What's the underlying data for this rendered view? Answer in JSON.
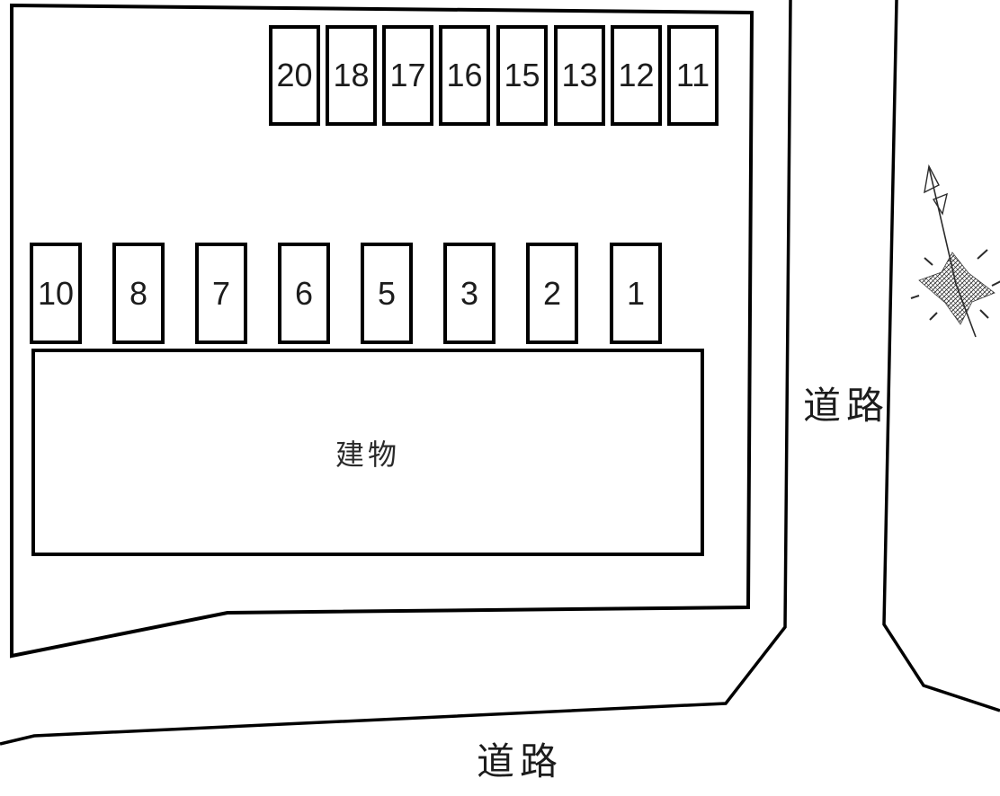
{
  "site": {
    "building_label": "建物",
    "roads": {
      "right_label": "道路",
      "bottom_label": "道路"
    },
    "parking_rows": {
      "top": [
        "20",
        "18",
        "17",
        "16",
        "15",
        "13",
        "12",
        "11"
      ],
      "bottom": [
        "10",
        "8",
        "7",
        "6",
        "5",
        "3",
        "2",
        "1"
      ]
    },
    "north_arrow": "hand-drawn compass star with north arrow",
    "colors": {
      "line": "#000000",
      "background": "#ffffff",
      "text": "#1a1a1a"
    }
  }
}
